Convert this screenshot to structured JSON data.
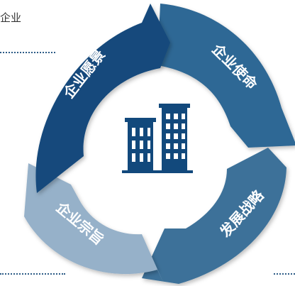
{
  "corner_label": "企业",
  "segments": {
    "vision": "企业愿景",
    "mission": "企业使命",
    "strategy": "发展战略",
    "purpose": "企业宗旨"
  },
  "colors": {
    "vision": "#12497c",
    "mission": "#2e6895",
    "strategy": "#3c7199",
    "purpose": "#96b1c9",
    "icon": "#12497c",
    "dots": "#2c5b86"
  },
  "center_icon": "office-buildings-icon"
}
